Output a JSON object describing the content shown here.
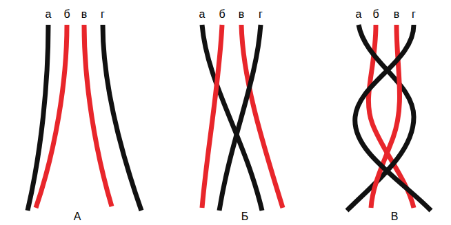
{
  "diagram": {
    "labels": [
      "а",
      "б",
      "в",
      "г",
      "а",
      "б",
      "в",
      "г",
      "а",
      "б",
      "в",
      "г",
      "А",
      "Б",
      "В"
    ]
  }
}
